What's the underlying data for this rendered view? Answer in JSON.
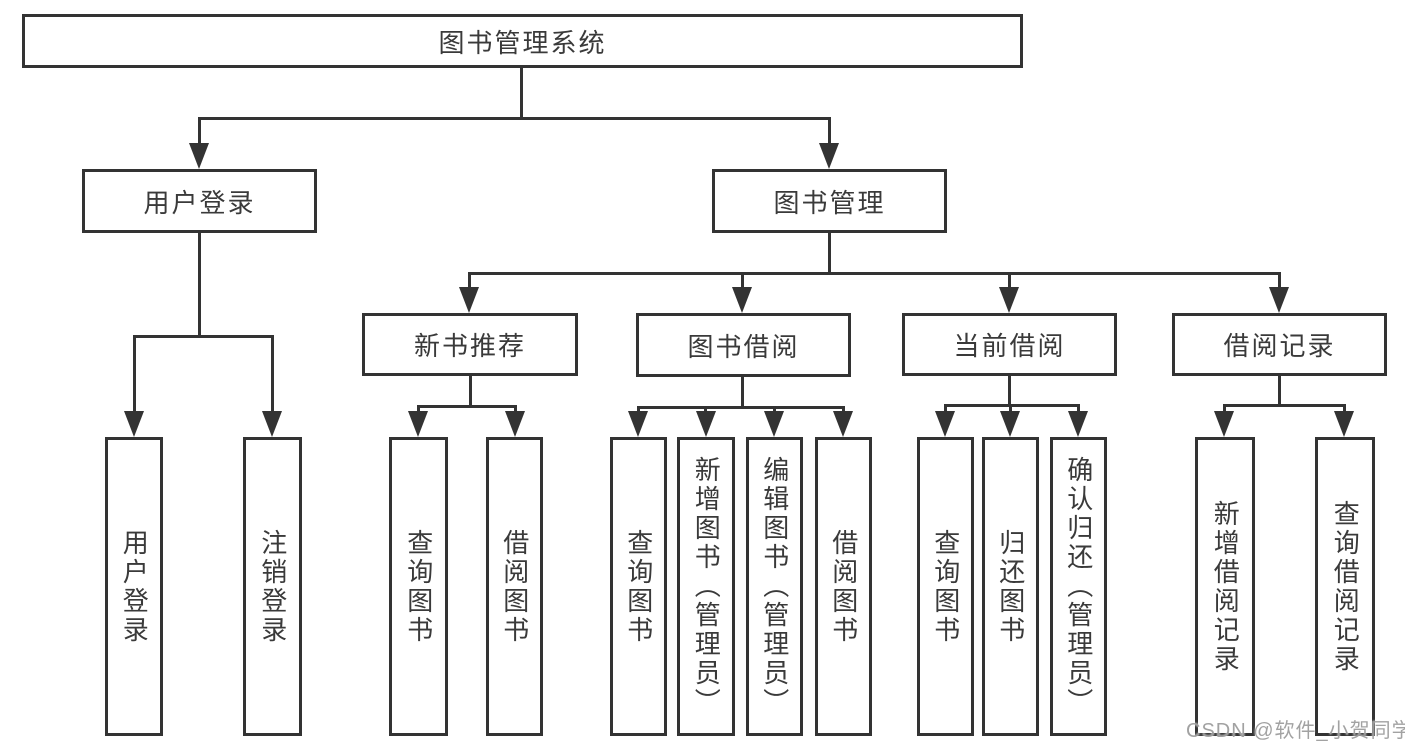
{
  "diagram": {
    "label": "图书管理系统",
    "children": [
      {
        "label": "用户登录",
        "children": [
          {
            "label": "用户登录"
          },
          {
            "label": "注销登录"
          }
        ]
      },
      {
        "label": "图书管理",
        "children": [
          {
            "label": "新书推荐",
            "children": [
              {
                "label": "查询图书"
              },
              {
                "label": "借阅图书"
              }
            ]
          },
          {
            "label": "图书借阅",
            "children": [
              {
                "label": "查询图书"
              },
              {
                "label": "新增图书（管理员）"
              },
              {
                "label": "编辑图书（管理员）"
              },
              {
                "label": "借阅图书"
              }
            ]
          },
          {
            "label": "当前借阅",
            "children": [
              {
                "label": "查询图书"
              },
              {
                "label": "归还图书"
              },
              {
                "label": "确认归还（管理员）"
              }
            ]
          },
          {
            "label": "借阅记录",
            "children": [
              {
                "label": "新增借阅记录"
              },
              {
                "label": "查询借阅记录"
              }
            ]
          }
        ]
      }
    ]
  },
  "watermark": {
    "text": "CSDN @软件_小贺同学"
  },
  "colors": {
    "line": "#333333",
    "text": "#3a3a3a",
    "watermark": "#9a9a9a",
    "background": "#ffffff"
  }
}
